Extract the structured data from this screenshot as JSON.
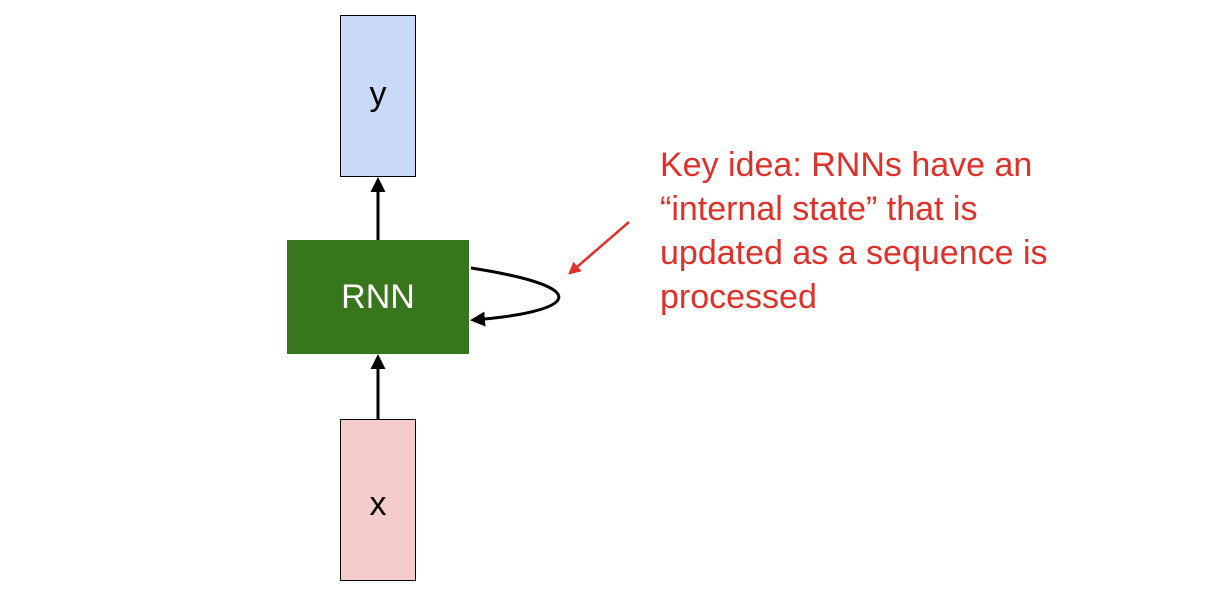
{
  "diagram": {
    "output_label": "y",
    "rnn_label": "RNN",
    "input_label": "x",
    "annotation_lines": [
      "Key idea: RNNs have an",
      "“internal state” that is",
      "updated as a sequence is",
      "processed"
    ]
  },
  "colors": {
    "output_fill": "#c9daf8",
    "rnn_fill": "#38761d",
    "rnn_text": "#ffffff",
    "input_fill": "#f4cccc",
    "annotation": "#e0302a",
    "stroke": "#000000"
  }
}
